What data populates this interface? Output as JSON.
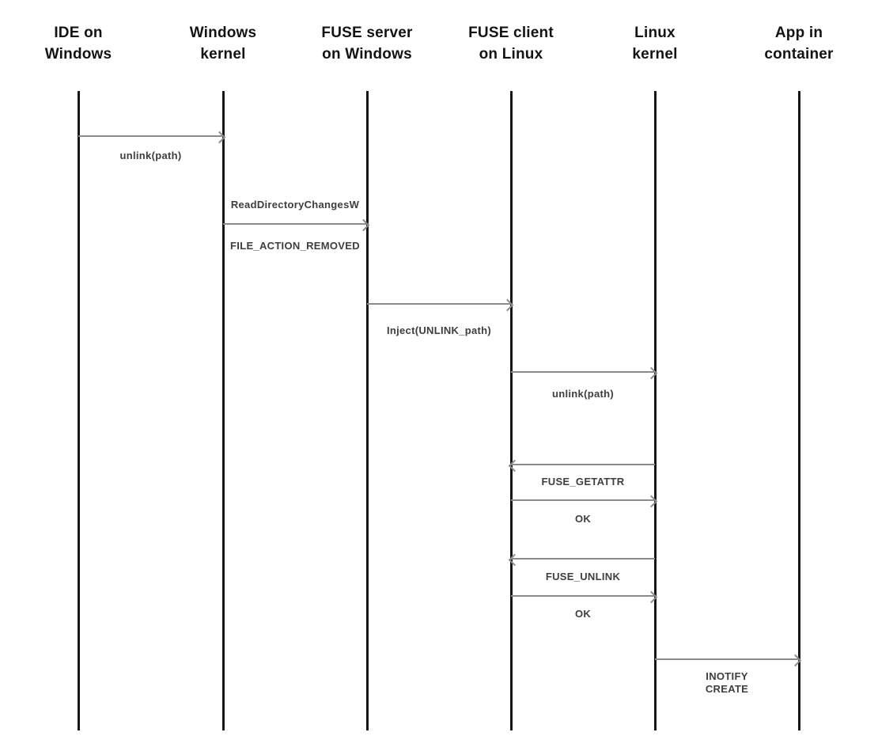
{
  "diagram": {
    "type": "sequence-diagram",
    "background_color": "#ffffff",
    "lifeline_color": "#161616",
    "arrow_color": "#8b8b8b",
    "label_color": "#3e3e3e",
    "lifelines": [
      {
        "id": "ide-on-windows",
        "label": "IDE on\nWindows"
      },
      {
        "id": "windows-kernel",
        "label": "Windows\nkernel"
      },
      {
        "id": "fuse-server-on-windows",
        "label": "FUSE server\non Windows"
      },
      {
        "id": "fuse-client-on-linux",
        "label": "FUSE client\non Linux"
      },
      {
        "id": "linux-kernel",
        "label": "Linux\nkernel"
      },
      {
        "id": "app-in-container",
        "label": "App in\ncontainer"
      }
    ],
    "messages": [
      {
        "from": "IDE on Windows",
        "to": "Windows kernel",
        "direction": "right",
        "label": "unlink(path)"
      },
      {
        "from": "Windows kernel",
        "to": "FUSE server on Windows",
        "direction": "right",
        "label_above": "ReadDirectoryChangesW",
        "label": "FILE_ACTION_REMOVED"
      },
      {
        "from": "FUSE server on Windows",
        "to": "FUSE client on Linux",
        "direction": "right",
        "label": "Inject(UNLINK_path)"
      },
      {
        "from": "FUSE client on Linux",
        "to": "Linux kernel",
        "direction": "right",
        "label": "unlink(path)"
      },
      {
        "from": "Linux kernel",
        "to": "FUSE client on Linux",
        "direction": "left",
        "label": "FUSE_GETATTR"
      },
      {
        "from": "FUSE client on Linux",
        "to": "Linux kernel",
        "direction": "right",
        "label": "OK"
      },
      {
        "from": "Linux kernel",
        "to": "FUSE client on Linux",
        "direction": "left",
        "label": "FUSE_UNLINK"
      },
      {
        "from": "FUSE client on Linux",
        "to": "Linux kernel",
        "direction": "right",
        "label": "OK"
      },
      {
        "from": "Linux kernel",
        "to": "App in container",
        "direction": "right",
        "label": "INOTIFY\nCREATE"
      }
    ]
  }
}
